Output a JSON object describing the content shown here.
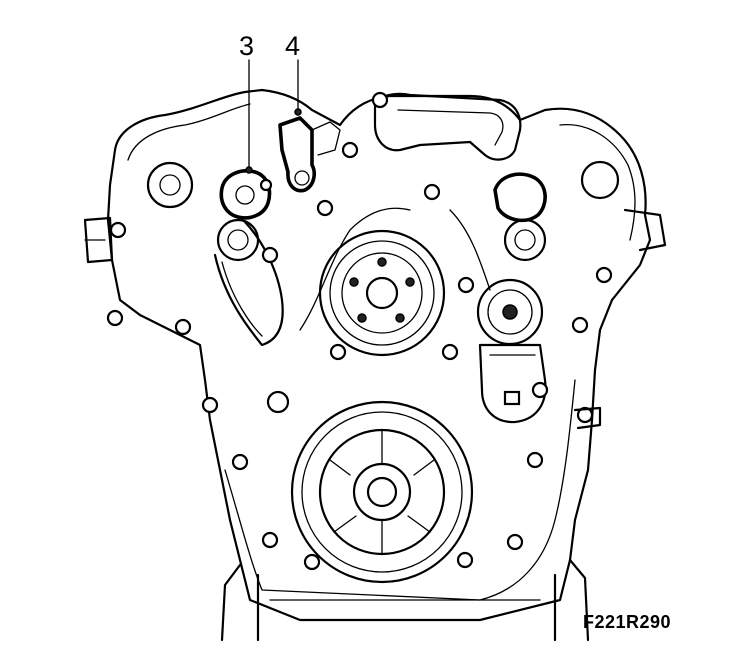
{
  "callouts": [
    {
      "label": "3"
    },
    {
      "label": "4"
    }
  ],
  "figure_code": "F221R290"
}
